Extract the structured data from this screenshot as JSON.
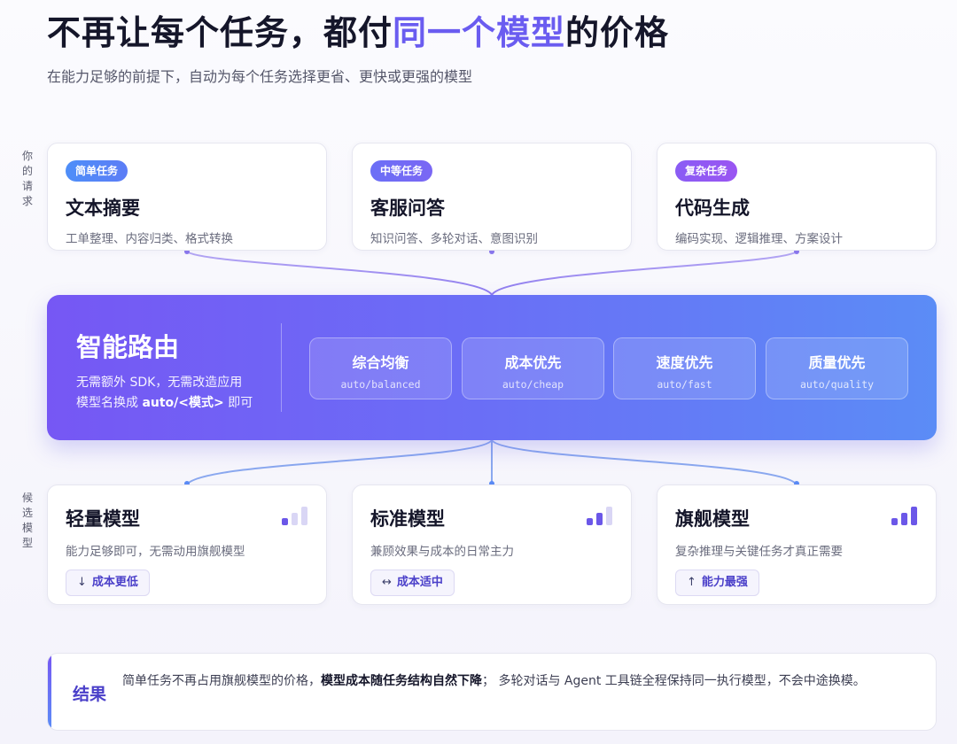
{
  "header": {
    "title_before": "不再让每个任务，都付",
    "title_highlight": "同一个模型",
    "title_after": "的价格",
    "subtitle": "在能力足够的前提下，自动为每个任务选择更省、更快或更强的模型"
  },
  "side_labels": {
    "requests": [
      "你",
      "的",
      "请",
      "求"
    ],
    "candidates": [
      "候",
      "选",
      "模",
      "型"
    ]
  },
  "requests": [
    {
      "badge": "简单任务",
      "title": "文本摘要",
      "desc": "工单整理、内容归类、格式转换"
    },
    {
      "badge": "中等任务",
      "title": "客服问答",
      "desc": "知识问答、多轮对话、意图识别"
    },
    {
      "badge": "复杂任务",
      "title": "代码生成",
      "desc": "编码实现、逻辑推理、方案设计"
    }
  ],
  "router": {
    "title": "智能路由",
    "desc_line1": "无需额外 SDK，无需改造应用",
    "desc_line2_prefix": "模型名换成 ",
    "desc_line2_code": "auto/<模式>",
    "desc_line2_suffix": " 即可",
    "modes": [
      {
        "name": "综合均衡",
        "code": "auto/balanced"
      },
      {
        "name": "成本优先",
        "code": "auto/cheap"
      },
      {
        "name": "速度优先",
        "code": "auto/fast"
      },
      {
        "name": "质量优先",
        "code": "auto/quality"
      }
    ]
  },
  "candidates": [
    {
      "title": "轻量模型",
      "desc": "能力足够即可，无需动用旗舰模型",
      "tag_arrow": "↓",
      "tag": "成本更低",
      "level": 1
    },
    {
      "title": "标准模型",
      "desc": "兼顾效果与成本的日常主力",
      "tag_arrow": "↔",
      "tag": "成本适中",
      "level": 2
    },
    {
      "title": "旗舰模型",
      "desc": "复杂推理与关键任务才真正需要",
      "tag_arrow": "↑",
      "tag": "能力最强",
      "level": 3
    }
  ],
  "result": {
    "label": "结果",
    "text_before": "简单任务不再占用旗舰模型的价格，",
    "text_bold": "模型成本随任务结构自然下降",
    "text_after": "；  多轮对话与 Agent 工具链全程保持同一执行模型，不会中途换模。"
  },
  "colors": {
    "accent": "#6a5cf0",
    "router_start": "#7657f4",
    "router_end": "#5b8cf6"
  }
}
